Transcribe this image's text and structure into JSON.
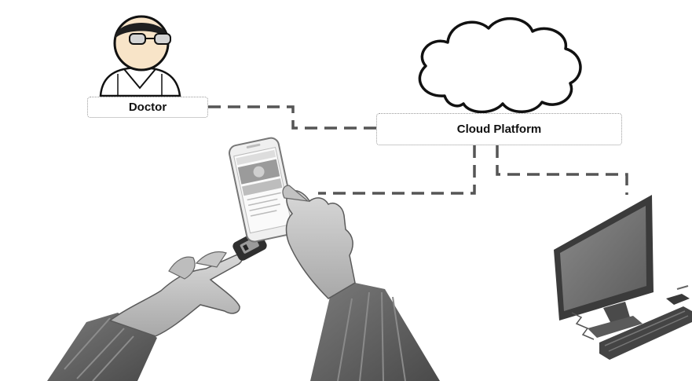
{
  "nodes": {
    "doctor": {
      "label": "Doctor",
      "icon": "doctor-avatar-icon"
    },
    "cloud": {
      "label": "Cloud Platform",
      "icon": "cloud-icon"
    },
    "smartphone": {
      "icon": "smartphone-icon"
    },
    "oximeter": {
      "icon": "pulse-oximeter-icon"
    },
    "computer": {
      "icon": "desktop-computer-icon"
    }
  },
  "connections": [
    {
      "from": "doctor",
      "to": "cloud",
      "style": "dashed"
    },
    {
      "from": "smartphone",
      "to": "cloud",
      "style": "dashed"
    },
    {
      "from": "cloud",
      "to": "computer",
      "style": "dashed"
    }
  ],
  "colors": {
    "connector": "#555555",
    "label_border": "#9a9a9a",
    "skin_avatar": "#f8e4c8"
  }
}
